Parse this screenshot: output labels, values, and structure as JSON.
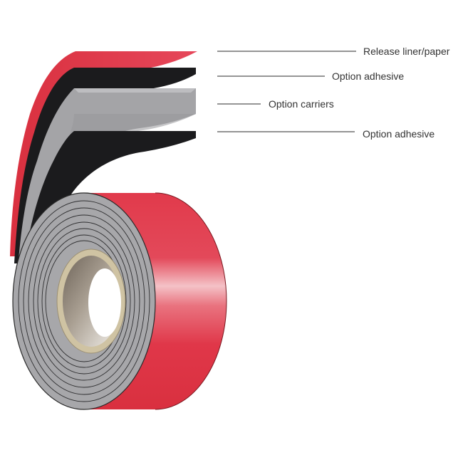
{
  "colors": {
    "liner_red": "#e23a4a",
    "liner_red_highlight": "#f2b3ba",
    "adhesive_black": "#1b1b1d",
    "carrier_gray": "#a4a4a7",
    "carrier_gray_light": "#bdbdc0",
    "core_tan": "#cfc3a3",
    "core_inner_dark": "#7e7366",
    "label_text": "#333333"
  },
  "labels": {
    "release_liner": "Release liner/paper",
    "adhesive_top": "Option adhesive",
    "carriers": "Option carriers",
    "adhesive_bottom": "Option adhesive"
  }
}
